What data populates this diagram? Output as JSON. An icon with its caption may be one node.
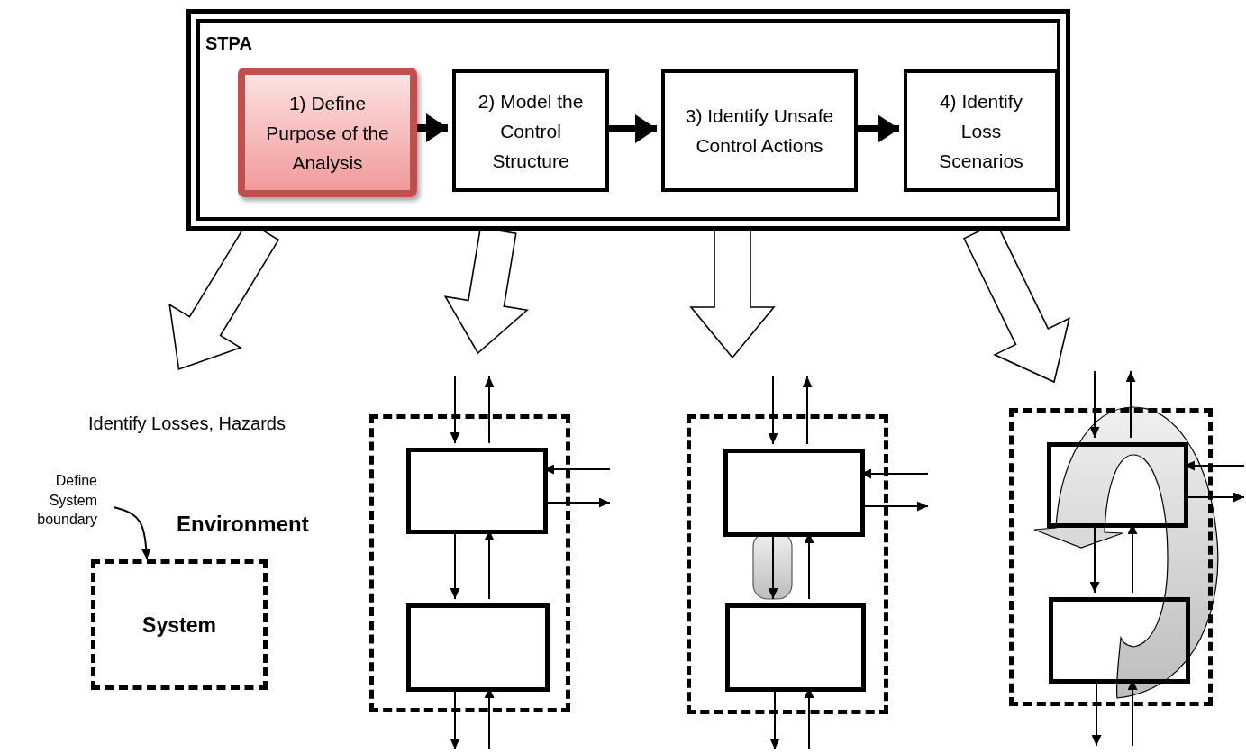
{
  "diagram": {
    "nodes": [
      {
        "text": [
          "STPA"
        ]
      },
      {
        "text": [
          "1) Define Purpose of the Analysis"
        ],
        "in": 0
      },
      {
        "text": [
          "2) Model the Control Structure"
        ],
        "in": 0
      },
      {
        "text": [
          "3) Identify Unsafe Control Actions"
        ],
        "in": 0
      },
      {
        "text": [
          "4) Identify Loss Scenarios"
        ],
        "in": 0
      },
      {
        "text": [
          "Identify Losses, Hazards"
        ]
      },
      {
        "text": [
          "Define System boundary"
        ]
      },
      {
        "text": [
          "System"
        ]
      },
      {
        "text": [],
        "shape": "box"
      },
      {
        "text": [],
        "shape": "box",
        "in": 8
      },
      {
        "text": [],
        "shape": "box",
        "in": 8
      },
      {
        "text": [],
        "shape": "box"
      },
      {
        "text": [],
        "shape": "box",
        "in": 11
      },
      {
        "text": [],
        "shape": "box",
        "in": 11
      },
      {
        "text": [],
        "shape": "box"
      },
      {
        "text": [],
        "shape": "box",
        "in": 14
      },
      {
        "text": [],
        "shape": "box",
        "in": 14
      }
    ],
    "edges": [
      {
        "from": 1,
        "to": 2,
        "arrow": "to",
        "style": "thick"
      },
      {
        "from": 2,
        "to": 3,
        "arrow": "to",
        "style": "thick"
      },
      {
        "from": 3,
        "to": 4,
        "arrow": "to",
        "style": "thick"
      },
      {
        "from": 0,
        "to": 5,
        "arrow": "to",
        "style": "thick"
      },
      {
        "from": 0,
        "to": 8,
        "arrow": "to",
        "style": "thick"
      },
      {
        "from": 0,
        "to": 11,
        "arrow": "to",
        "style": "thick"
      },
      {
        "from": 0,
        "to": 14,
        "arrow": "to",
        "style": "thick"
      },
      {
        "from": 6,
        "to": 7,
        "arrow": "to"
      },
      {
        "from": null,
        "to": 9,
        "arrow": "to"
      },
      {
        "from": 9,
        "to": null,
        "arrow": "to"
      },
      {
        "from": null,
        "to": 9,
        "arrow": "to"
      },
      {
        "from": 9,
        "to": null,
        "arrow": "to"
      },
      {
        "from": 9,
        "to": 10,
        "arrow": "to"
      },
      {
        "from": 10,
        "to": 9,
        "arrow": "to"
      },
      {
        "from": 10,
        "to": null,
        "arrow": "to"
      },
      {
        "from": null,
        "to": 10,
        "arrow": "to"
      },
      {
        "from": null,
        "to": 12,
        "arrow": "to"
      },
      {
        "from": 12,
        "to": null,
        "arrow": "to"
      },
      {
        "from": null,
        "to": 12,
        "arrow": "to"
      },
      {
        "from": 12,
        "to": null,
        "arrow": "to"
      },
      {
        "from": 12,
        "to": 13,
        "arrow": "to"
      },
      {
        "from": 13,
        "to": 12,
        "arrow": "to"
      },
      {
        "from": 13,
        "to": null,
        "arrow": "to"
      },
      {
        "from": null,
        "to": 13,
        "arrow": "to"
      },
      {
        "from": null,
        "to": 15,
        "arrow": "to"
      },
      {
        "from": 15,
        "to": null,
        "arrow": "to"
      },
      {
        "from": null,
        "to": 15,
        "arrow": "to"
      },
      {
        "from": 15,
        "to": null,
        "arrow": "to"
      },
      {
        "from": 15,
        "to": 16,
        "arrow": "to"
      },
      {
        "from": 16,
        "to": 15,
        "arrow": "to"
      },
      {
        "from": 16,
        "to": null,
        "arrow": "to"
      },
      {
        "from": null,
        "to": 16,
        "arrow": "to"
      }
    ],
    "labels": [
      "Environment"
    ]
  }
}
